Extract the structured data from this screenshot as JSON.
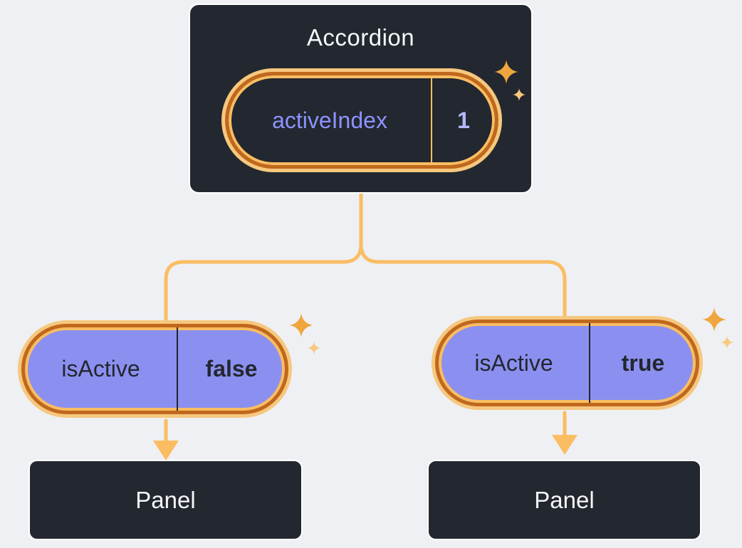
{
  "diagram": {
    "root": {
      "title": "Accordion",
      "pill": {
        "label": "activeIndex",
        "value": "1"
      }
    },
    "children": [
      {
        "pill": {
          "label": "isActive",
          "value": "false"
        },
        "panel": "Panel"
      },
      {
        "pill": {
          "label": "isActive",
          "value": "true"
        },
        "panel": "Panel"
      }
    ],
    "icons": {
      "sparkle": "✦"
    },
    "colors": {
      "background": "#eef0f3",
      "box_dark": "#23272f",
      "box_border": "#ffffff",
      "text_light": "#f6f7f9",
      "text_dark": "#23272f",
      "orange_dark": "#c0681c",
      "orange_light": "#fabd62",
      "orange_glow": "#f6c87f",
      "pill_purple": "#8b90f0",
      "purple_text": "#8b93ff",
      "purple_value": "#b3b8ff",
      "sparkle_big": "#efa63e",
      "sparkle_small": "#f8c87f"
    }
  }
}
